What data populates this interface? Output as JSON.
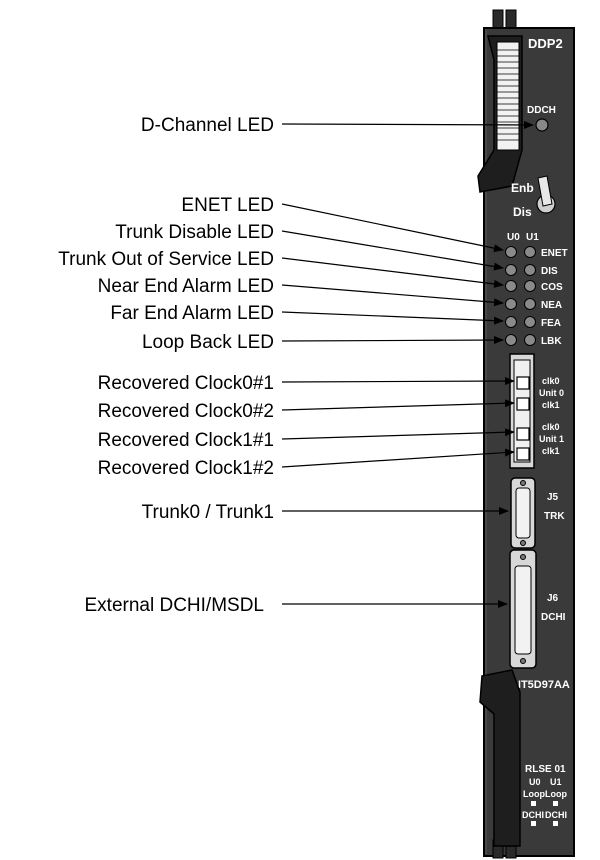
{
  "card": {
    "name": "DDP2",
    "ddch_label": "DDCH",
    "switch_enb": "Enb",
    "switch_dis": "Dis",
    "col_u0": "U0",
    "col_u1": "U1",
    "led_labels": [
      "ENET",
      "DIS",
      "COS",
      "NEA",
      "FEA",
      "LBK"
    ],
    "clk_top_1": "clk0",
    "clk_unit0": "Unit 0",
    "clk_top_2": "clk1",
    "clk_bot_1": "clk0",
    "clk_unit1": "Unit 1",
    "clk_bot_2": "clk1",
    "j5": "J5",
    "trk": "TRK",
    "j6": "J6",
    "dchi": "DCHI",
    "part_number": "NT5D97AA",
    "release": "RLSE 01",
    "bottom_u0": "U0",
    "bottom_u1": "U1",
    "loop0": "Loop",
    "loop1": "Loop",
    "dchi0": "DCHI",
    "dchi1": "DCHI"
  },
  "callouts": {
    "d_channel_led": "D-Channel LED",
    "enet_led": "ENET LED",
    "trunk_disable_led": "Trunk Disable LED",
    "trunk_oos_led": "Trunk Out of Service LED",
    "near_end_alarm_led": "Near End Alarm LED",
    "far_end_alarm_led": "Far End Alarm LED",
    "loop_back_led": "Loop Back LED",
    "rec_clock0_1": "Recovered Clock0#1",
    "rec_clock0_2": "Recovered Clock0#2",
    "rec_clock1_1": "Recovered Clock1#1",
    "rec_clock1_2": "Recovered Clock1#2",
    "trunk0_trunk1": "Trunk0 / Trunk1",
    "external_dchi_msdl": "External DCHI/MSDL"
  }
}
